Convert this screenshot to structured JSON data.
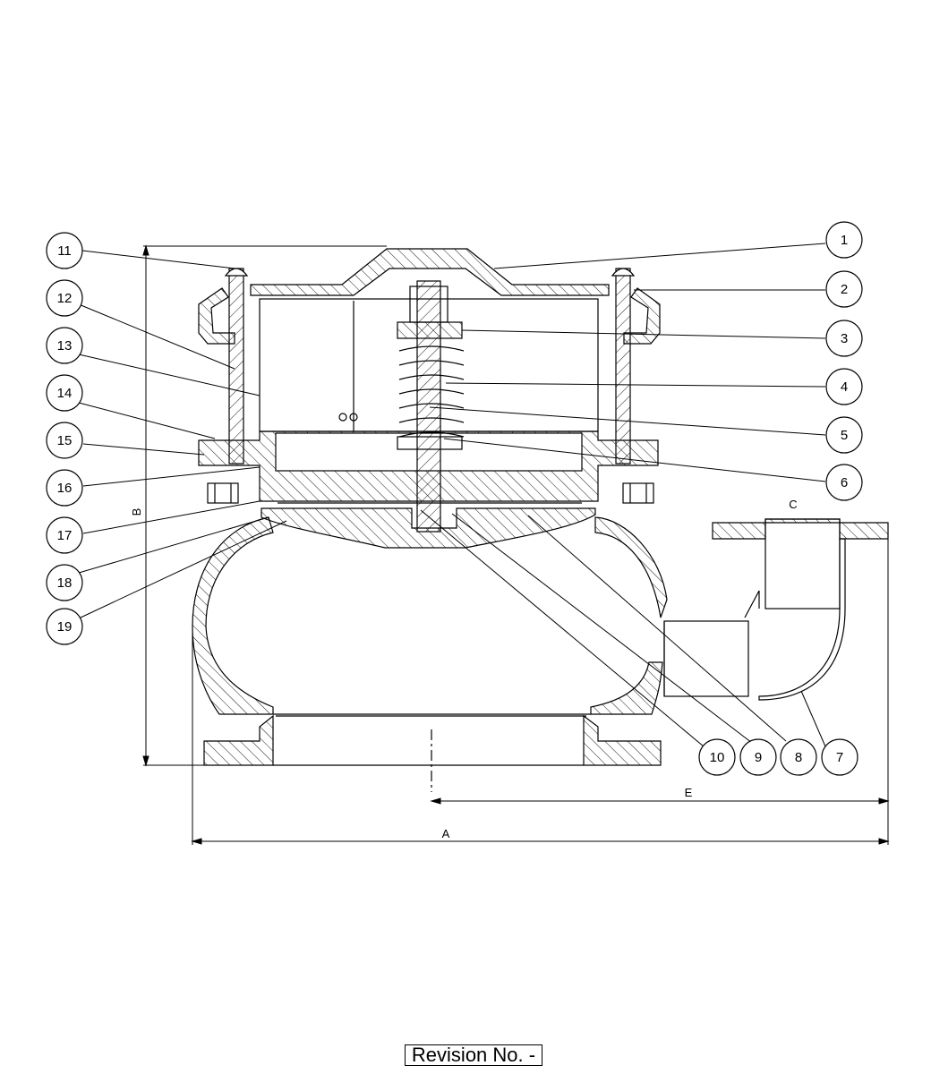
{
  "callouts": [
    {
      "id": "1",
      "label": "1"
    },
    {
      "id": "2",
      "label": "2"
    },
    {
      "id": "3",
      "label": "3"
    },
    {
      "id": "4",
      "label": "4"
    },
    {
      "id": "5",
      "label": "5"
    },
    {
      "id": "6",
      "label": "6"
    },
    {
      "id": "7",
      "label": "7"
    },
    {
      "id": "8",
      "label": "8"
    },
    {
      "id": "9",
      "label": "9"
    },
    {
      "id": "10",
      "label": "10"
    },
    {
      "id": "11",
      "label": "11"
    },
    {
      "id": "12",
      "label": "12"
    },
    {
      "id": "13",
      "label": "13"
    },
    {
      "id": "14",
      "label": "14"
    },
    {
      "id": "15",
      "label": "15"
    },
    {
      "id": "16",
      "label": "16"
    },
    {
      "id": "17",
      "label": "17"
    },
    {
      "id": "18",
      "label": "18"
    },
    {
      "id": "19",
      "label": "19"
    }
  ],
  "dimensions": {
    "A": "A",
    "B": "B",
    "C": "C",
    "E": "E"
  },
  "revision": "Revision No. -"
}
